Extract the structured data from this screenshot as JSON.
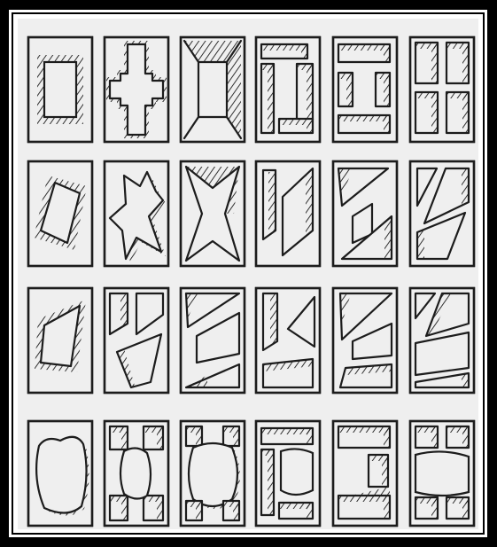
{
  "figure": {
    "rows": [
      {
        "kind": "rectilinear",
        "cells": [
          "enclosed-square",
          "cross-notched",
          "diagonal-corner-blocks",
          "offset-bars",
          "double-bar",
          "grid-four"
        ]
      },
      {
        "kind": "skewed",
        "cells": [
          "tilted-quad",
          "jagged-cross",
          "star-diagonals",
          "diagonal-offset",
          "diagonal-double",
          "diagonal-grid"
        ]
      },
      {
        "kind": "trapezoidal",
        "cells": [
          "trapezoid",
          "triangular-cross",
          "fan-wedges",
          "wedge-offset",
          "wedge-double",
          "wedge-grid"
        ]
      },
      {
        "kind": "organic",
        "cells": [
          "blob-enclosure",
          "organic-cross",
          "organic-corners",
          "organic-offset",
          "organic-double",
          "organic-grid"
        ]
      }
    ],
    "colors": {
      "ink": "#1c1c1c",
      "paper": "#efefef",
      "frame": "#000000",
      "mat": "#ffffff"
    }
  }
}
